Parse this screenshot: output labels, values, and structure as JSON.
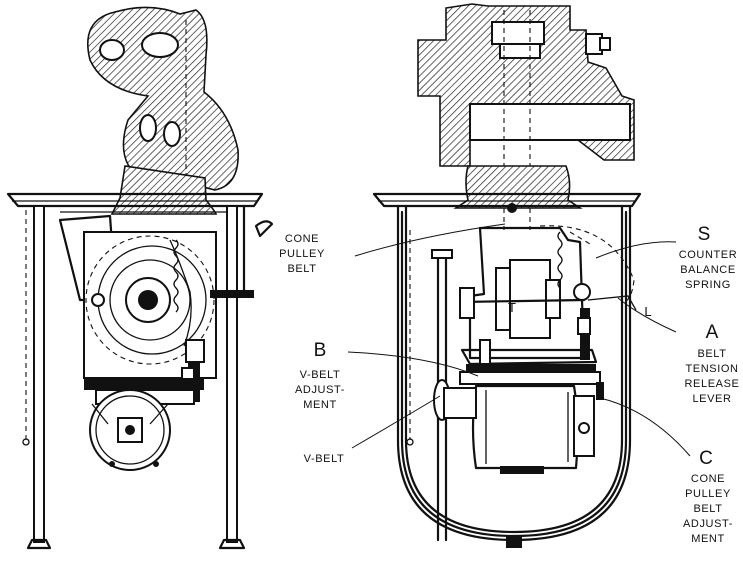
{
  "labels": {
    "cone_pulley_belt": [
      "CONE",
      "PULLEY",
      "BELT"
    ],
    "b": {
      "letter": "B",
      "lines": [
        "V-BELT",
        "ADJUST-",
        "MENT"
      ]
    },
    "v_belt": "V-BELT",
    "s": {
      "letter": "S",
      "lines": [
        "COUNTER",
        "BALANCE",
        "SPRING"
      ]
    },
    "a": {
      "letter": "A",
      "lines": [
        "BELT",
        "TENSION",
        "RELEASE",
        "LEVER"
      ]
    },
    "c": {
      "letter": "C",
      "lines": [
        "CONE",
        "PULLEY",
        "BELT",
        "ADJUST-",
        "MENT"
      ]
    },
    "t_mark": "T",
    "l_mark": "L"
  }
}
